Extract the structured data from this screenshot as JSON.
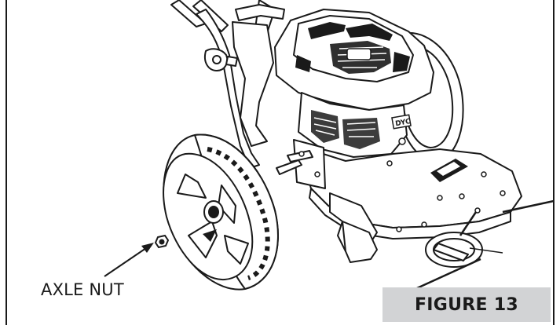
{
  "callout": {
    "label": "AXLE NUT"
  },
  "figure": {
    "label": "FIGURE 13"
  },
  "illustration": {
    "subject": "trimmer-mower-wheel-assembly",
    "icon": "mower-illustration",
    "engine_brand": "DYC"
  },
  "colors": {
    "ink": "#1a1a1a",
    "figure_box": "#d2d3d5",
    "background": "#ffffff"
  }
}
